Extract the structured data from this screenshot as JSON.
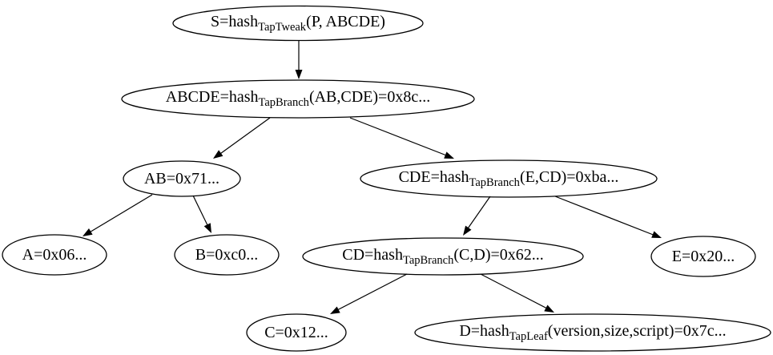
{
  "diagram": {
    "title": "Taproot Merkle tree hash diagram",
    "colors": {
      "background": "#ffffff",
      "node_stroke": "#000000",
      "edge_stroke": "#000000",
      "text": "#000000"
    },
    "nodes": {
      "S": {
        "pre": "S=hash",
        "sub": "TapTweak",
        "post": "(P, ABCDE)"
      },
      "ABCDE": {
        "pre": "ABCDE=hash",
        "sub": "TapBranch",
        "post": "(AB,CDE)=0x8c..."
      },
      "AB": {
        "pre": "AB=0x71...",
        "sub": "",
        "post": ""
      },
      "CDE": {
        "pre": "CDE=hash",
        "sub": "TapBranch",
        "post": "(E,CD)=0xba..."
      },
      "A": {
        "pre": "A=0x06...",
        "sub": "",
        "post": ""
      },
      "B": {
        "pre": "B=0xc0...",
        "sub": "",
        "post": ""
      },
      "CD": {
        "pre": "CD=hash",
        "sub": "TapBranch",
        "post": "(C,D)=0x62..."
      },
      "E": {
        "pre": "E=0x20...",
        "sub": "",
        "post": ""
      },
      "C": {
        "pre": "C=0x12...",
        "sub": "",
        "post": ""
      },
      "D": {
        "pre": "D=hash",
        "sub": "TapLeaf",
        "post": "(version,size,script)=0x7c..."
      }
    },
    "edges": [
      {
        "from": "S",
        "to": "ABCDE"
      },
      {
        "from": "ABCDE",
        "to": "AB"
      },
      {
        "from": "ABCDE",
        "to": "CDE"
      },
      {
        "from": "AB",
        "to": "A"
      },
      {
        "from": "AB",
        "to": "B"
      },
      {
        "from": "CDE",
        "to": "CD"
      },
      {
        "from": "CDE",
        "to": "E"
      },
      {
        "from": "CD",
        "to": "C"
      },
      {
        "from": "CD",
        "to": "D"
      }
    ]
  }
}
